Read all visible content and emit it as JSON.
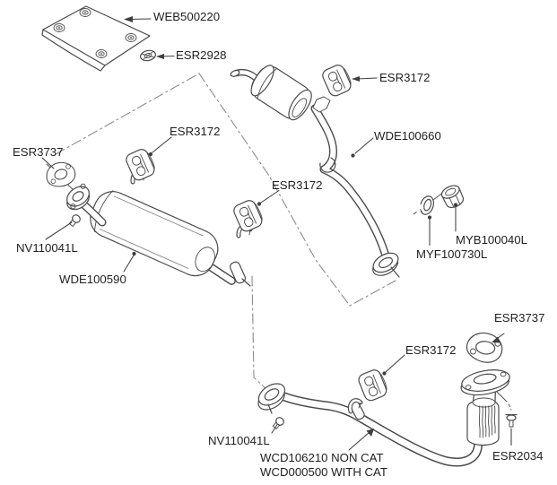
{
  "diagram": {
    "background": "#ffffff",
    "line_color": "#4a4a4a",
    "chain_line_color": "#8c8c8c",
    "text_color": "#1f1f1f",
    "labels": {
      "heat_shield": "WEB500220",
      "seal_washer": "ESR2928",
      "mount_rear": "ESR3172",
      "tailpipe": "WDE100660",
      "mount_mid": "ESR3172",
      "gasket_left": "ESR3737",
      "mount_center": "ESR3172",
      "bolt_left": "NV110041L",
      "centre_silencer": "WDE100590",
      "nut": "MYB100040L",
      "washer": "MYF100730L",
      "gasket_right": "ESR3737",
      "mount_front": "ESR3172",
      "bolt_bottom": "NV110041L",
      "front_pipe_line1": "WCD106210 NON CAT",
      "front_pipe_line2": "WCD000500 WITH CAT",
      "stud": "ESR2034"
    }
  }
}
